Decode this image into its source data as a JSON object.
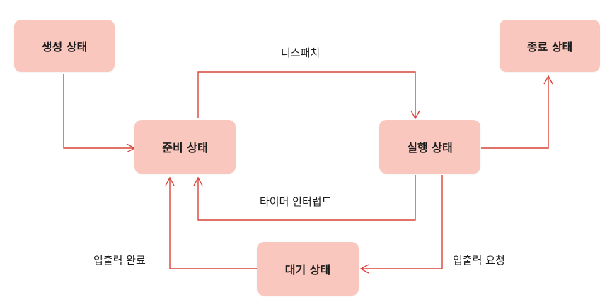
{
  "colors": {
    "node_fill": "#f9c7bd",
    "edge": "#d9453a",
    "text": "#1c1c1c"
  },
  "nodes": {
    "created": "생성 상태",
    "ready": "준비 상태",
    "running": "실행 상태",
    "terminated": "종료 상태",
    "waiting": "대기 상태"
  },
  "edges": {
    "dispatch": "디스패치",
    "timer_interrupt": "타이머 인터럽트",
    "io_request": "입출력 요청",
    "io_complete": "입출력 완료"
  }
}
